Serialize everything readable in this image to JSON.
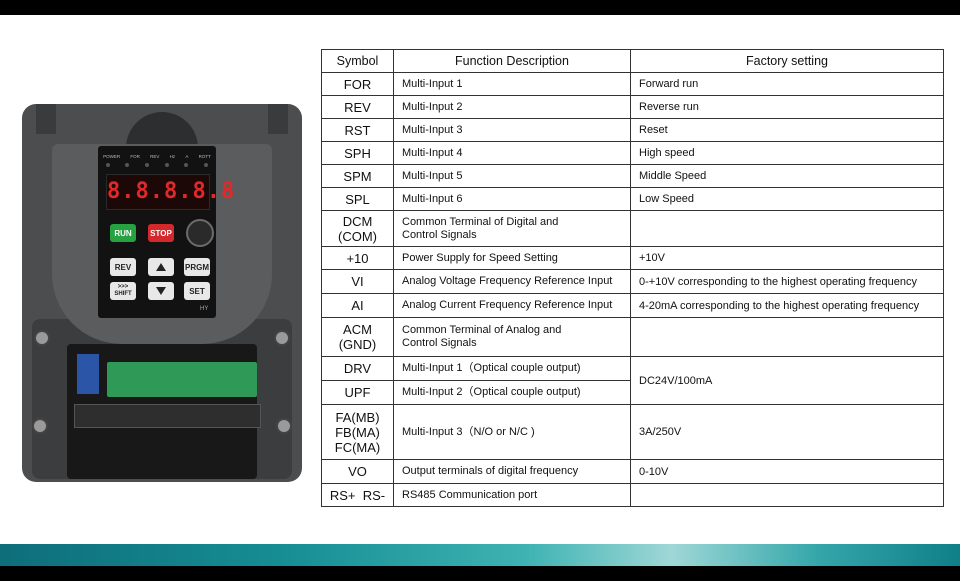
{
  "table": {
    "headers": [
      "Symbol",
      "Function Description",
      "Factory setting"
    ],
    "rows": [
      {
        "symbol": [
          "FOR"
        ],
        "function": [
          "Multi-Input 1"
        ],
        "factory": "Forward run"
      },
      {
        "symbol": [
          "REV"
        ],
        "function": [
          "Multi-Input 2"
        ],
        "factory": "Reverse run"
      },
      {
        "symbol": [
          "RST"
        ],
        "function": [
          "Multi-Input 3"
        ],
        "factory": "Reset"
      },
      {
        "symbol": [
          "SPH"
        ],
        "function": [
          "Multi-Input 4"
        ],
        "factory": "High speed"
      },
      {
        "symbol": [
          "SPM"
        ],
        "function": [
          "Multi-Input 5"
        ],
        "factory": "Middle Speed"
      },
      {
        "symbol": [
          "SPL"
        ],
        "function": [
          "Multi-Input 6"
        ],
        "factory": "Low Speed"
      },
      {
        "symbol": [
          "DCM",
          "(COM)"
        ],
        "function": [
          "Common Terminal of Digital and",
          "Control Signals"
        ],
        "factory": ""
      },
      {
        "symbol": [
          "+10"
        ],
        "function": [
          "Power Supply for Speed Setting"
        ],
        "factory": "+10V"
      },
      {
        "symbol": [
          "VI"
        ],
        "function": [
          "Analog Voltage Frequency Reference Input"
        ],
        "factory": "0-+10V corresponding to the highest operating frequency"
      },
      {
        "symbol": [
          "AI"
        ],
        "function": [
          "Analog Current Frequency Reference Input"
        ],
        "factory": "4-20mA corresponding to the highest operating frequency"
      },
      {
        "symbol": [
          "ACM",
          "(GND)"
        ],
        "function": [
          "Common Terminal of Analog and",
          "Control Signals"
        ],
        "factory": ""
      },
      {
        "symbol": [
          "DRV"
        ],
        "function": [
          "Multi-Input 1（Optical couple output)"
        ],
        "factory": "DC24V/100mA"
      },
      {
        "symbol": [
          "UPF"
        ],
        "function": [
          "Multi-Input 2（Optical couple output)"
        ],
        "factory": null
      },
      {
        "symbol": [
          "FA(MB)",
          "FB(MA)",
          "FC(MA)"
        ],
        "function": [
          "Multi-Input 3（N/O or N/C )"
        ],
        "factory": "3A/250V"
      },
      {
        "symbol": [
          "VO"
        ],
        "function": [
          "Output terminals of digital frequency"
        ],
        "factory": "0-10V"
      },
      {
        "symbol": [
          "RS+  RS-"
        ],
        "function": [
          "RS485 Communication port"
        ],
        "factory": ""
      }
    ]
  },
  "device": {
    "indicators": [
      "POWER",
      "FOR",
      "REV",
      "Hz",
      "A",
      "ROTT"
    ],
    "display": "8.8.8.8.8",
    "buttons": {
      "run": "RUN",
      "stop": "STOP",
      "rev": "REV",
      "prgm": "PRGM",
      "shift_arrows": ">>>",
      "shift": "SHIFT",
      "set": "SET"
    },
    "brand": "HY"
  },
  "colors": {
    "run_button": "#27a243",
    "stop_button": "#d3282c",
    "display_digits": "#e02a2a",
    "band_teal": "#168e94"
  }
}
